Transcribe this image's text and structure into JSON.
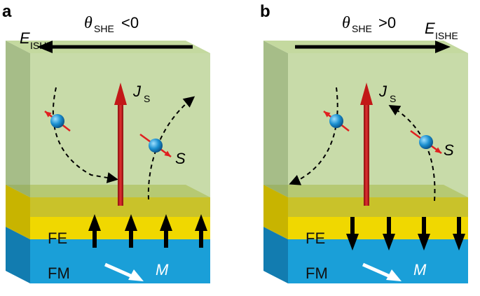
{
  "panels": [
    {
      "letter": "a",
      "theta_symbol": "θ",
      "theta_sub": "SHE",
      "theta_rel": "<0",
      "field_main": "E",
      "field_sub": "ISHE",
      "js_main": "J",
      "js_sub": "S",
      "spin_label": "S",
      "fe_label": "FE",
      "fm_label": "FM",
      "m_label": "M",
      "polarization": "up",
      "field_direction": "left"
    },
    {
      "letter": "b",
      "theta_symbol": "θ",
      "theta_sub": "SHE",
      "theta_rel": ">0",
      "field_main": "E",
      "field_sub": "ISHE",
      "js_main": "J",
      "js_sub": "S",
      "spin_label": "S",
      "fe_label": "FE",
      "fm_label": "FM",
      "m_label": "M",
      "polarization": "down",
      "field_direction": "right"
    }
  ],
  "colors": {
    "heavy_metal_front": "#b5cf8c",
    "heavy_metal_side": "#97b173",
    "heavy_metal_top": "#c4d99f",
    "fe_front": "#f0d800",
    "fe_side": "#c8b400",
    "fe_top": "#b8b82a",
    "fm_front": "#1a9fd8",
    "fm_side": "#127cb0",
    "spin_current": "#cc1f1f",
    "electron": "#1a8fd0",
    "spin_arrow": "#e02020"
  }
}
